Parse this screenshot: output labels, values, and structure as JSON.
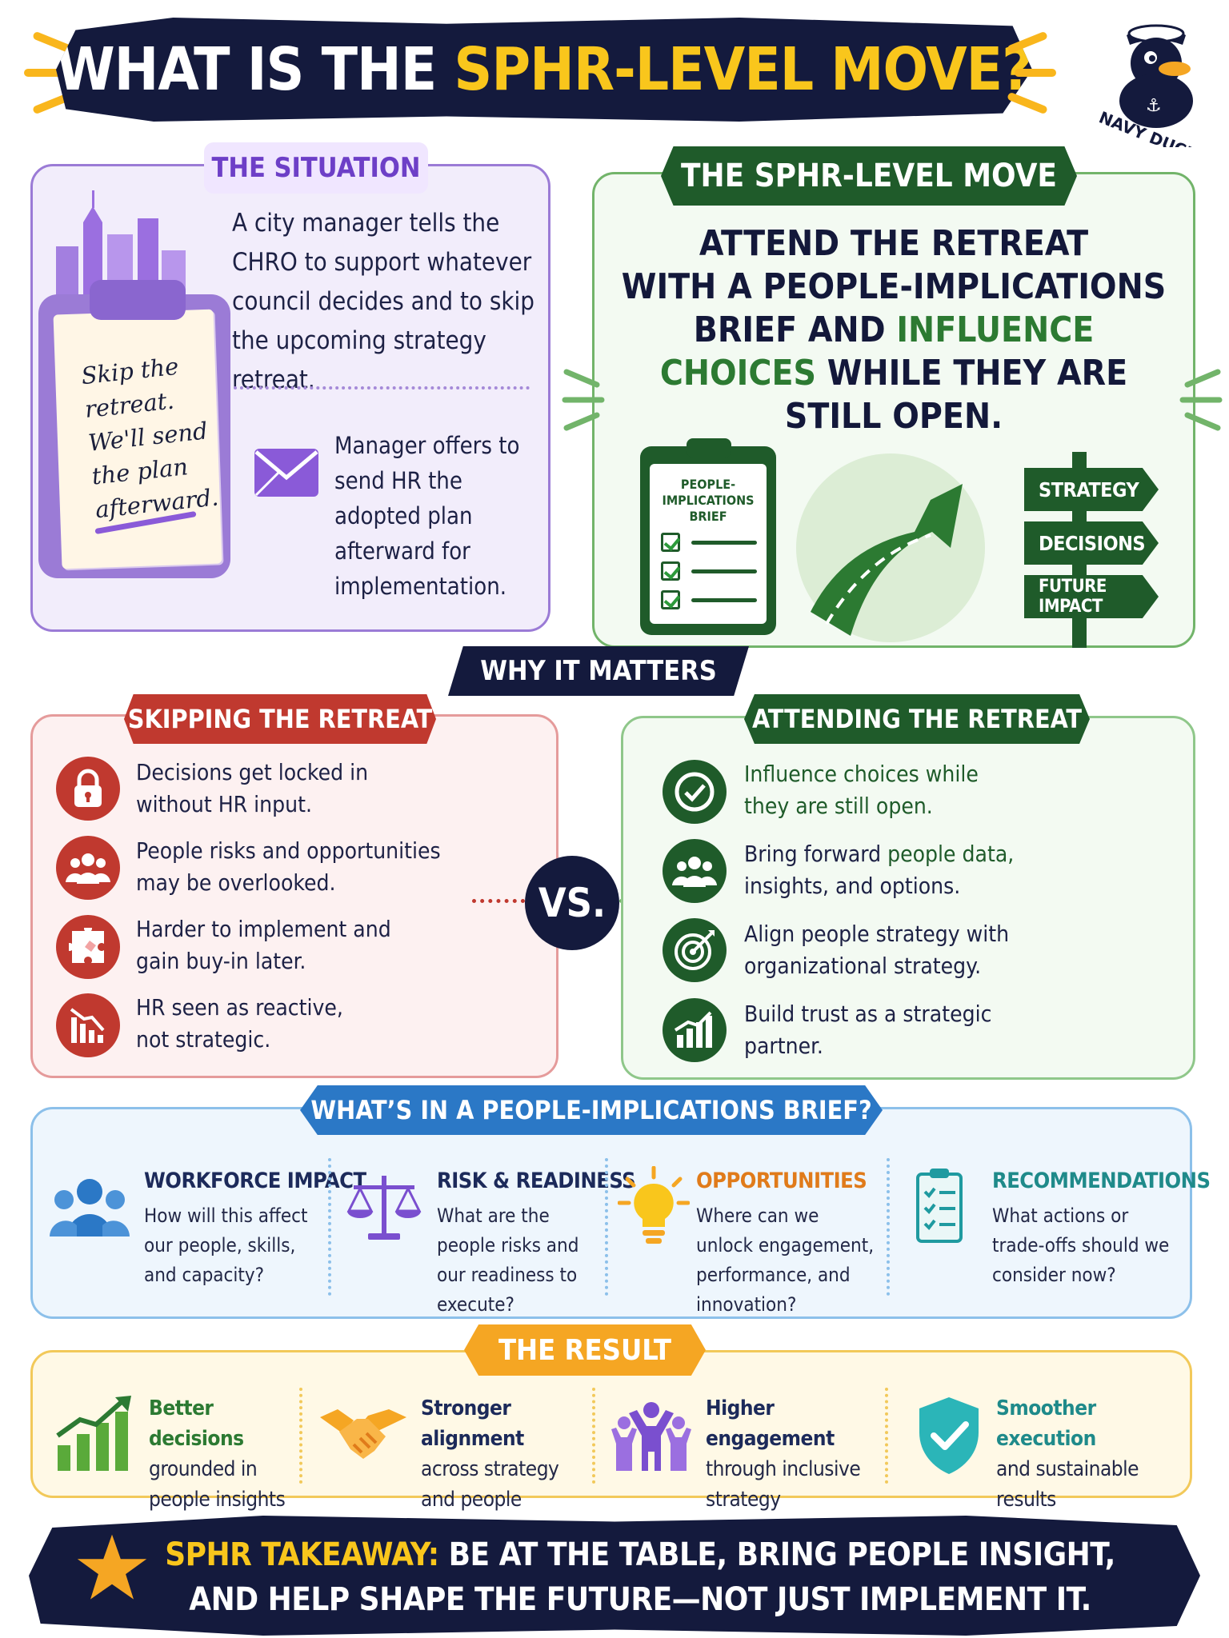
{
  "header": {
    "title_prefix": "WHAT IS THE ",
    "title_highlight": "SPHR-LEVEL MOVE?",
    "logo_text": "NAVY DUCK"
  },
  "situation": {
    "tag": "THE SITUATION",
    "text": "A city manager tells the CHRO to support whatever council decides and to skip the upcoming strategy retreat.",
    "note": "Skip the retreat. We'll send the plan afterward.",
    "offer": "Manager offers to send HR the adopted plan afterward for implementation."
  },
  "move": {
    "tag": "THE SPHR-LEVEL MOVE",
    "line1": "ATTEND THE RETREAT",
    "line2": "WITH A PEOPLE-IMPLICATIONS",
    "line3_a": "BRIEF AND ",
    "line3_b": "INFLUENCE",
    "line4_a": "CHOICES",
    "line4_b": " WHILE THEY ARE",
    "line5": "STILL OPEN.",
    "clipboard_title": "PEOPLE-\nIMPLICATIONS\nBRIEF",
    "signs": [
      "STRATEGY",
      "DECISIONS",
      "FUTURE IMPACT"
    ]
  },
  "why": {
    "tag": "WHY IT MATTERS",
    "vs": "VS.",
    "skip": {
      "tag": "SKIPPING THE RETREAT",
      "items": [
        {
          "icon": "lock-icon",
          "l1": "Decisions get locked in",
          "l2": "without HR input."
        },
        {
          "icon": "people-icon",
          "l1": "People risks and opportunities",
          "l2": "may be overlooked."
        },
        {
          "icon": "puzzle-icon",
          "l1": "Harder to implement and",
          "l2": "gain buy-in later."
        },
        {
          "icon": "chart-down-icon",
          "l1": "HR seen as reactive,",
          "l2": "not strategic."
        }
      ]
    },
    "attend": {
      "tag": "ATTENDING THE RETREAT",
      "items": [
        {
          "icon": "check-circle-icon",
          "l1": "Influence choices while",
          "l2": "they are still open."
        },
        {
          "icon": "people-icon",
          "l1a": "Bring forward ",
          "l1b": "people data,",
          "l2": "insights, and options."
        },
        {
          "icon": "target-icon",
          "l1": "Align people strategy with",
          "l2": "organizational strategy."
        },
        {
          "icon": "chart-up-icon",
          "l1": "Build trust as a strategic",
          "l2": "partner."
        }
      ]
    }
  },
  "brief": {
    "tag": "WHAT’S IN A PEOPLE-IMPLICATIONS BRIEF?",
    "cols": [
      {
        "title": "WORKFORCE IMPACT",
        "desc": "How will this affect our people, skills, and capacity?",
        "color": "#1c2a5a",
        "icon": "workforce-icon"
      },
      {
        "title": "RISK & READINESS",
        "desc": "What are the people risks and our readiness to execute?",
        "color": "#1c2a5a",
        "icon": "scale-icon"
      },
      {
        "title": "OPPORTUNITIES",
        "desc": "Where can we unlock engagement, performance, and innovation?",
        "color": "#e07b1a",
        "icon": "lightbulb-icon"
      },
      {
        "title": "RECOMMENDATIONS",
        "desc": "What actions or trade-offs should we consider now?",
        "color": "#1f8a8a",
        "icon": "checklist-icon"
      }
    ]
  },
  "result": {
    "tag": "THE RESULT",
    "items": [
      {
        "bold": "Better decisions",
        "rest": "grounded in people insights",
        "color": "#2c7a32",
        "icon": "bar-growth-icon"
      },
      {
        "bold": "Stronger alignment",
        "rest": "across strategy and people",
        "color": "#1c2a5a",
        "icon": "handshake-icon"
      },
      {
        "bold": "Higher engagement",
        "rest": "through inclusive strategy",
        "color": "#1c2a5a",
        "icon": "team-cheer-icon"
      },
      {
        "bold": "Smoother execution",
        "rest": "and sustainable results",
        "color": "#1f8a8a",
        "icon": "shield-check-icon"
      }
    ]
  },
  "takeaway": {
    "label": "SPHR TAKEAWAY:",
    "line1": " BE AT THE TABLE, BRING PEOPLE INSIGHT,",
    "line2": "AND HELP SHAPE THE FUTURE—NOT JUST IMPLEMENT IT."
  }
}
